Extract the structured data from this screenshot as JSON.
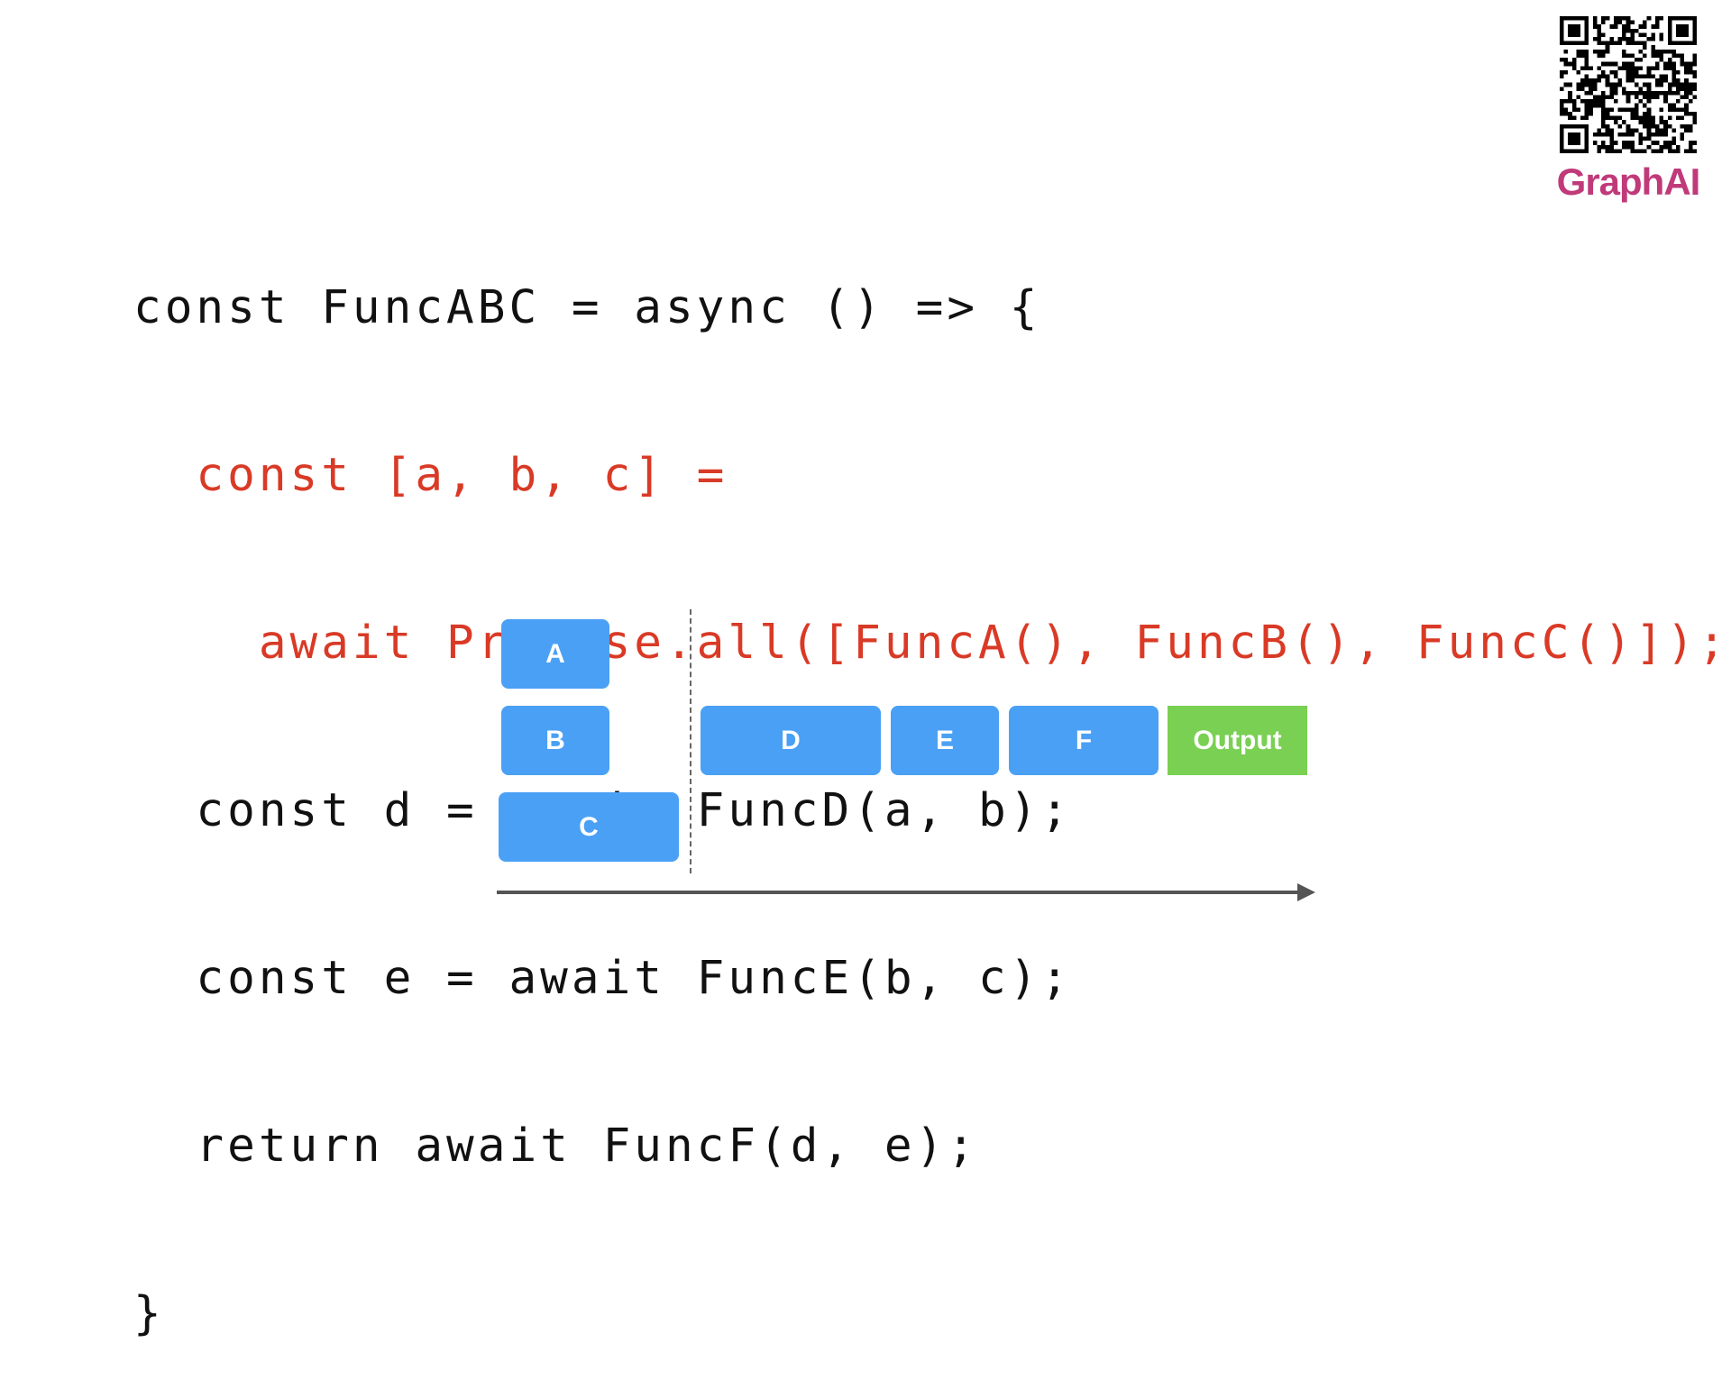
{
  "brand": {
    "name": "GraphAI",
    "qr_icon": "qr-code-icon",
    "color": "#c03a7a"
  },
  "code": {
    "lines": [
      {
        "text": "const FuncABC = async () => {",
        "highlight": false
      },
      {
        "text": "  const [a, b, c] =",
        "highlight": true
      },
      {
        "text": "    await Promise.all([FuncA(), FuncB(), FuncC()]);",
        "highlight": true
      },
      {
        "text": "  const d = await FuncD(a, b);",
        "highlight": false
      },
      {
        "text": "  const e = await FuncE(b, c);",
        "highlight": false
      },
      {
        "text": "  return await FuncF(d, e);",
        "highlight": false
      },
      {
        "text": "}",
        "highlight": false
      }
    ],
    "highlight_color": "#d93a26"
  },
  "diagram": {
    "nodes": [
      {
        "id": "A",
        "label": "A",
        "color": "#4aa0f5"
      },
      {
        "id": "B",
        "label": "B",
        "color": "#4aa0f5"
      },
      {
        "id": "C",
        "label": "C",
        "color": "#4aa0f5"
      },
      {
        "id": "D",
        "label": "D",
        "color": "#4aa0f5"
      },
      {
        "id": "E",
        "label": "E",
        "color": "#4aa0f5"
      },
      {
        "id": "F",
        "label": "F",
        "color": "#4aa0f5"
      },
      {
        "id": "Output",
        "label": "Output",
        "color": "#79d052"
      }
    ],
    "timeline_arrow": "arrow-right-icon"
  }
}
